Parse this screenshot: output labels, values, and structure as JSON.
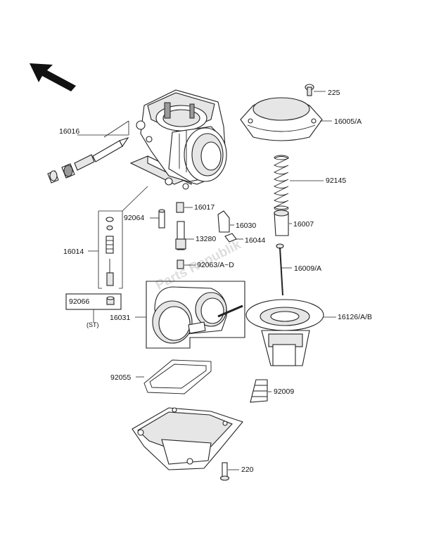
{
  "watermark": "Parts Republik",
  "parts": [
    {
      "id": "16016",
      "label": "16016"
    },
    {
      "id": "225",
      "label": "225"
    },
    {
      "id": "16005-a",
      "label": "16005/A"
    },
    {
      "id": "92145",
      "label": "92145"
    },
    {
      "id": "92064",
      "label": "92064"
    },
    {
      "id": "16017",
      "label": "16017"
    },
    {
      "id": "16030",
      "label": "16030"
    },
    {
      "id": "16007",
      "label": "16007"
    },
    {
      "id": "13280",
      "label": "13280"
    },
    {
      "id": "16044",
      "label": "16044"
    },
    {
      "id": "16014",
      "label": "16014"
    },
    {
      "id": "16009-a",
      "label": "16009/A"
    },
    {
      "id": "92063-a-d",
      "label": "92063/A~D"
    },
    {
      "id": "92066",
      "label": "92066"
    },
    {
      "id": "st",
      "label": "(ST)"
    },
    {
      "id": "16031",
      "label": "16031"
    },
    {
      "id": "16126-a-b",
      "label": "16126/A/B"
    },
    {
      "id": "92055",
      "label": "92055"
    },
    {
      "id": "92009",
      "label": "92009"
    },
    {
      "id": "220",
      "label": "220"
    }
  ]
}
